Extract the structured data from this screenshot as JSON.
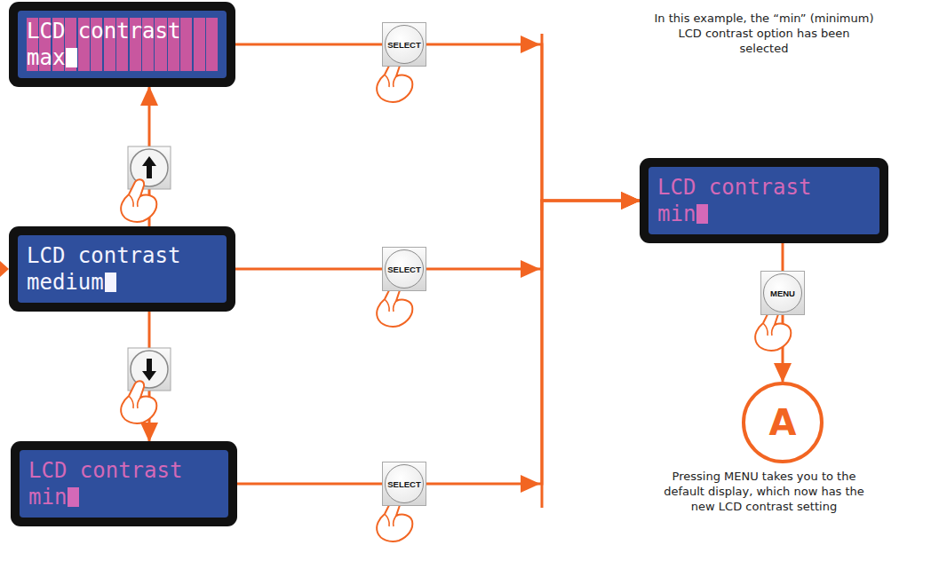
{
  "diagram": {
    "nodes": [
      {
        "text": [
          "LCD contrast",
          "max"
        ]
      },
      {
        "text": [
          "SELECT"
        ]
      },
      {
        "text": [
          "LCD contrast",
          "medium"
        ]
      },
      {
        "text": [
          "SELECT"
        ]
      },
      {
        "text": [
          "LCD contrast",
          "min"
        ]
      },
      {
        "text": [
          "SELECT"
        ]
      },
      {
        "text": [
          "LCD contrast",
          "min"
        ]
      },
      {
        "text": [
          "MENU"
        ]
      },
      {
        "text": [
          "A"
        ]
      }
    ],
    "edges": [
      {
        "from": 2,
        "to": 0,
        "arrow": "to"
      },
      {
        "from": 2,
        "to": 4,
        "arrow": "to"
      },
      {
        "from": 0,
        "to": 1,
        "arrow": "none"
      },
      {
        "from": 1,
        "to": 6,
        "arrow": "to"
      },
      {
        "from": 2,
        "to": 3,
        "arrow": "none"
      },
      {
        "from": 3,
        "to": 6,
        "arrow": "to"
      },
      {
        "from": 4,
        "to": 5,
        "arrow": "none"
      },
      {
        "from": 5,
        "to": 6,
        "arrow": "to"
      },
      {
        "from": 6,
        "to": 7,
        "arrow": "none"
      },
      {
        "from": 7,
        "to": 8,
        "arrow": "to"
      }
    ],
    "labels": [
      "In this example, the “min” (minimum) LCD contrast option has been selected",
      "Pressing MENU takes you to the default display, which now has the new LCD contrast setting"
    ]
  }
}
